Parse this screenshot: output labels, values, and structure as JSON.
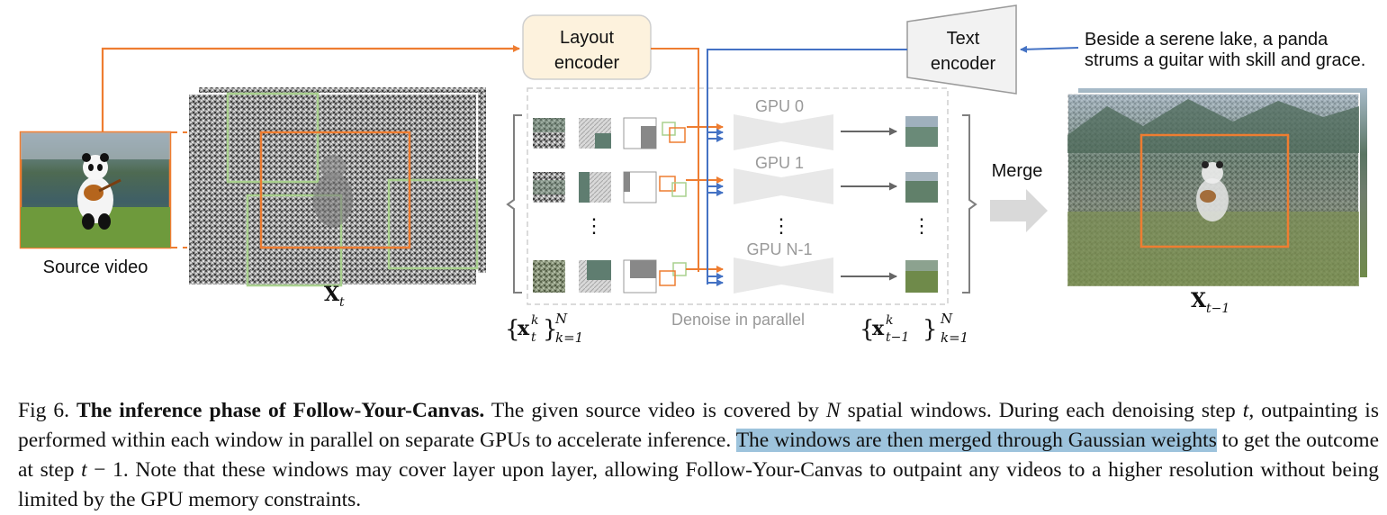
{
  "figure": {
    "layout_encoder_label": [
      "Layout",
      "encoder"
    ],
    "text_encoder_label": [
      "Text",
      "encoder"
    ],
    "prompt_lines": [
      "Beside a serene lake, a panda",
      "strums a guitar with skill and grace."
    ],
    "source_video_label": "Source video",
    "xt_label": "X",
    "xt_sub": "t",
    "xt1_label": "X",
    "xt1_sub": "t−1",
    "gpu_labels": [
      "GPU 0",
      "GPU 1",
      "GPU N-1"
    ],
    "vertical_dots": "⋮",
    "merge_label": "Merge",
    "denoise_label": "Denoise in parallel",
    "set_left": {
      "open": "{",
      "x": "x",
      "sup": "k",
      "sub": "t",
      "close": "}",
      "upper": "N",
      "lower": "k=1"
    },
    "set_right": {
      "open": "{",
      "x": "x",
      "sup": "k",
      "sub": "t−1",
      "close": "}",
      "upper": "N",
      "lower": "k=1"
    },
    "colors": {
      "orange": "#ee7d31",
      "blue": "#4472c4",
      "green": "#a9d18e",
      "gray": "#bfbfbf",
      "highlight": "#9dc3dc"
    }
  },
  "caption": {
    "prefix": "Fig 6. ",
    "title": "The inference phase of Follow-Your-Canvas.",
    "t1": " The given source video is covered by ",
    "var_n": "N",
    "t2": " spatial windows. During each denoising step ",
    "var_t": "t",
    "t3": ", outpainting is performed within each window in parallel on separate GPUs to accelerate inference. ",
    "highlight": "The windows are then merged through Gaussian weights",
    "t4": " to get the outcome at step ",
    "var_t2": "t",
    "t5": " − 1. Note that these windows may cover layer upon layer, allowing Follow-Your-Canvas to outpaint any videos to a higher resolution without being limited by the GPU memory constraints."
  }
}
